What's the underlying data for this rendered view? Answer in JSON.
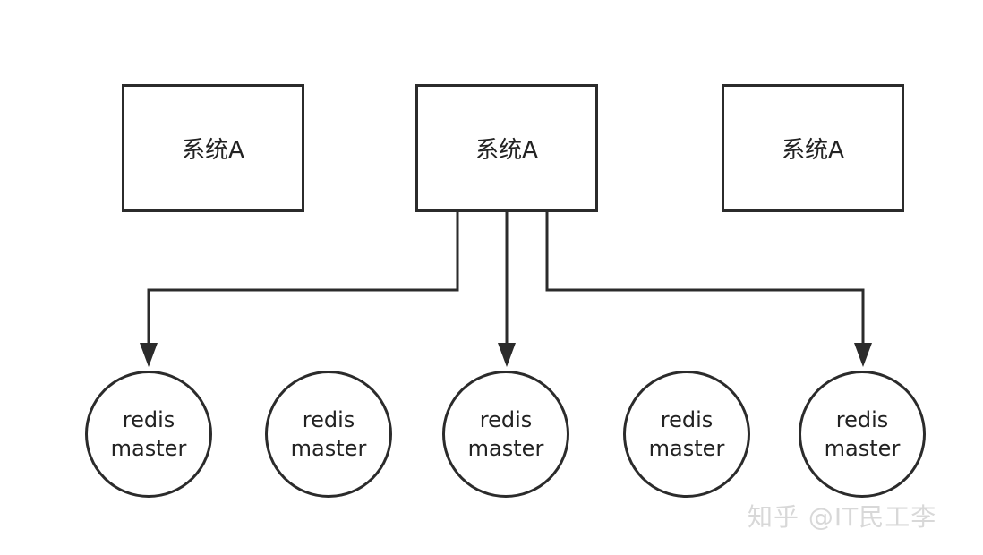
{
  "systems": [
    {
      "label": "系统A"
    },
    {
      "label": "系统A"
    },
    {
      "label": "系统A"
    }
  ],
  "nodes": [
    {
      "line1": "redis",
      "line2": "master"
    },
    {
      "line1": "redis",
      "line2": "master"
    },
    {
      "line1": "redis",
      "line2": "master"
    },
    {
      "line1": "redis",
      "line2": "master"
    },
    {
      "line1": "redis",
      "line2": "master"
    }
  ],
  "connections": [
    {
      "from": "system-2",
      "to": "node-1"
    },
    {
      "from": "system-2",
      "to": "node-3"
    },
    {
      "from": "system-2",
      "to": "node-5"
    }
  ],
  "colors": {
    "stroke": "#2b2b2b",
    "watermark": "#d8d8d8"
  },
  "watermark": "知乎 @IT民工李"
}
